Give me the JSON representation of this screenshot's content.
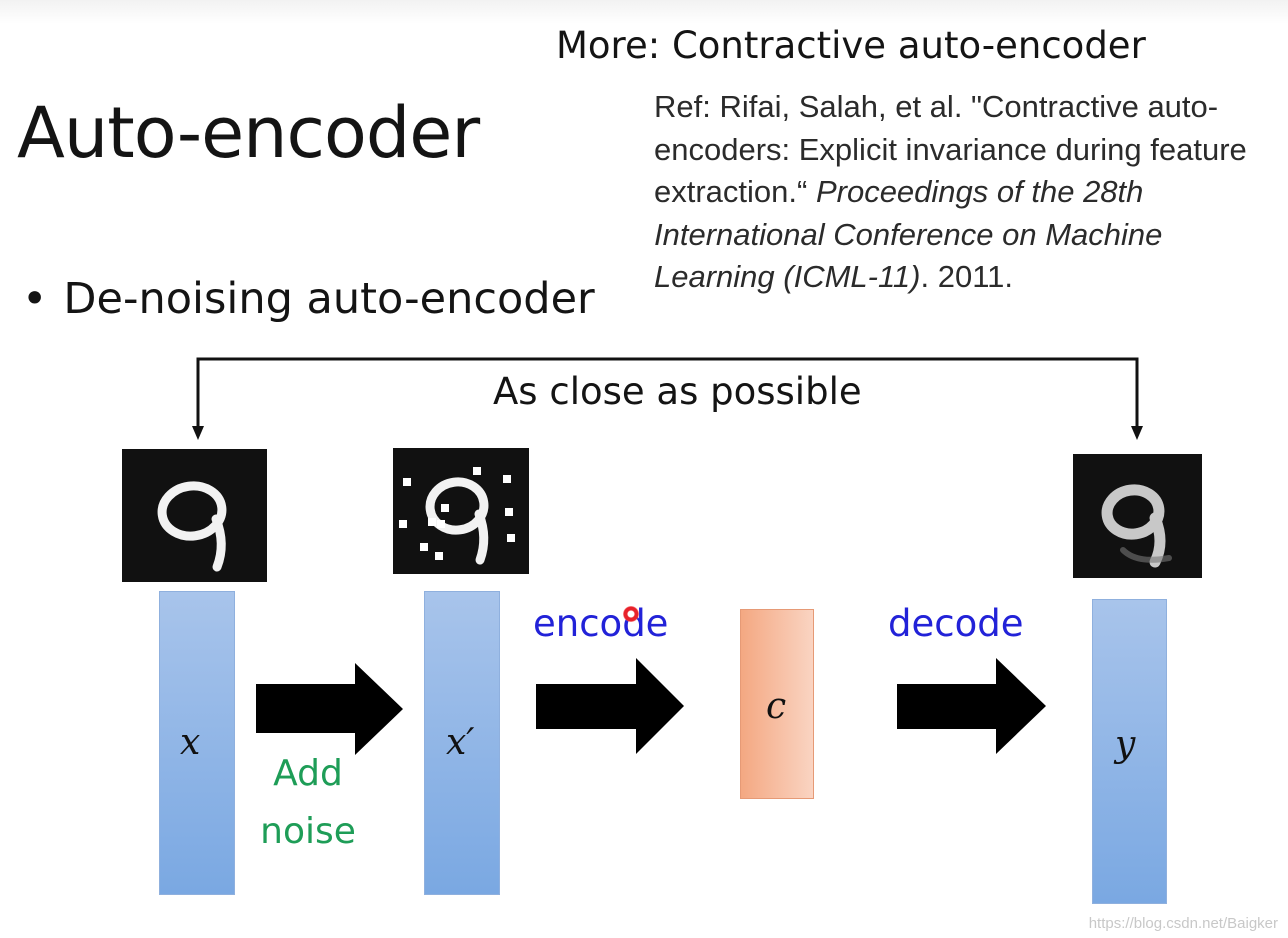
{
  "slide": {
    "title": "Auto-encoder",
    "more_title": "More: Contractive auto-encoder",
    "reference": {
      "plain": "Ref: Rifai, Salah, et al. \"Contractive auto-encoders: Explicit invariance during feature extraction.“ ",
      "italic": "Proceedings of the 28th International Conference on Machine Learning (ICML-11)",
      "tail": ". 2011."
    },
    "bullet": "De-noising auto-encoder",
    "bullet_marker": "•"
  },
  "diagram": {
    "feedback_label": "As close as possible",
    "input_label": "x",
    "noisy_label": "x′",
    "code_label": "c",
    "output_label": "y",
    "noise_label_line1": "Add",
    "noise_label_line2": "noise",
    "encode_label": "encode",
    "decode_label": "decode",
    "colors": {
      "vector_blue": "#7aa8e2",
      "code_orange": "#f4a882",
      "op_label_blue": "#2222d8",
      "noise_label_green": "#1e9d57"
    }
  },
  "watermark": "https://blog.csdn.net/Baigker"
}
